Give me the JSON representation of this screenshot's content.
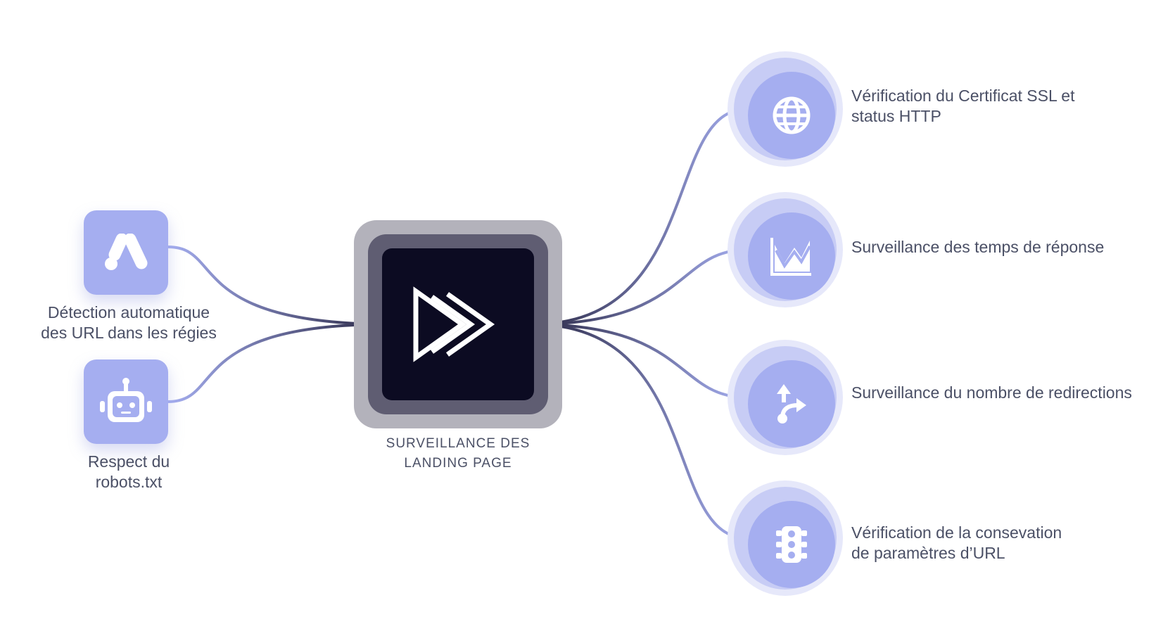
{
  "hub": {
    "title_lines": [
      "SURVEILLANCE DES",
      "LANDING PAGE"
    ],
    "icon": "triple-play-arrows-icon"
  },
  "left_nodes": [
    {
      "icon": "google-ads-icon",
      "label_lines": [
        "Détection automatique",
        "des URL dans les régies"
      ]
    },
    {
      "icon": "robot-icon",
      "label_lines": [
        "Respect du",
        "robots.txt"
      ]
    }
  ],
  "right_nodes": [
    {
      "icon": "globe-icon",
      "label_lines": [
        "Vérification du Certificat SSL et",
        "status HTTP"
      ]
    },
    {
      "icon": "area-chart-icon",
      "label_lines": [
        "Surveillance des temps de réponse"
      ]
    },
    {
      "icon": "redirect-arrow-icon",
      "label_lines": [
        "Surveillance du nombre de redirections"
      ]
    },
    {
      "icon": "traffic-light-icon",
      "label_lines": [
        "Vérification de la consevation",
        "de paramètres d’URL"
      ]
    }
  ],
  "colors": {
    "accent": "#a5aef0",
    "accent_light": "#e6e8fa",
    "hub_dark": "#0c0b22",
    "hub_mid": "#5f5d72",
    "hub_outer": "#b3b2bb",
    "text": "#4b5066",
    "connector_light": "#a5aef0",
    "connector_dark": "#3a3857"
  }
}
